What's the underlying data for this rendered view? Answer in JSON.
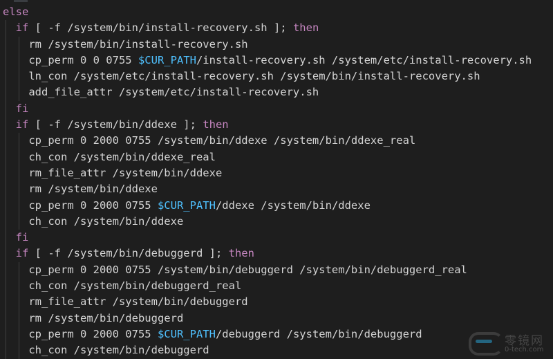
{
  "colors": {
    "background": "#1e1e1e",
    "text": "#d4d4d4",
    "keyword": "#c586c0",
    "variable": "#4fc1ff"
  },
  "lines": [
    {
      "indent": 0,
      "tokens": [
        {
          "t": "else",
          "c": "kw"
        }
      ]
    },
    {
      "indent": 1,
      "tokens": [
        {
          "t": "if",
          "c": "kw"
        },
        {
          "t": " [ -f /system/bin/install-recovery.sh ]; ",
          "c": "txt"
        },
        {
          "t": "then",
          "c": "kw"
        }
      ]
    },
    {
      "indent": 2,
      "tokens": [
        {
          "t": "rm /system/bin/install-recovery.sh",
          "c": "txt"
        }
      ]
    },
    {
      "indent": 2,
      "tokens": [
        {
          "t": "cp_perm 0 0 0755 ",
          "c": "txt"
        },
        {
          "t": "$CUR_PATH",
          "c": "var"
        },
        {
          "t": "/install-recovery.sh /system/etc/install-recovery.sh",
          "c": "txt"
        }
      ]
    },
    {
      "indent": 2,
      "tokens": [
        {
          "t": "ln_con /system/etc/install-recovery.sh /system/bin/install-recovery.sh",
          "c": "txt"
        }
      ]
    },
    {
      "indent": 2,
      "tokens": [
        {
          "t": "add_file_attr /system/etc/install-recovery.sh",
          "c": "txt"
        }
      ]
    },
    {
      "indent": 1,
      "tokens": [
        {
          "t": "fi",
          "c": "kw"
        }
      ]
    },
    {
      "indent": 1,
      "tokens": [
        {
          "t": "if",
          "c": "kw"
        },
        {
          "t": " [ -f /system/bin/ddexe ]; ",
          "c": "txt"
        },
        {
          "t": "then",
          "c": "kw"
        }
      ]
    },
    {
      "indent": 2,
      "tokens": [
        {
          "t": "cp_perm 0 2000 0755 /system/bin/ddexe /system/bin/ddexe_real",
          "c": "txt"
        }
      ]
    },
    {
      "indent": 2,
      "tokens": [
        {
          "t": "ch_con /system/bin/ddexe_real",
          "c": "txt"
        }
      ]
    },
    {
      "indent": 2,
      "tokens": [
        {
          "t": "rm_file_attr /system/bin/ddexe",
          "c": "txt"
        }
      ]
    },
    {
      "indent": 2,
      "tokens": [
        {
          "t": "rm /system/bin/ddexe",
          "c": "txt"
        }
      ]
    },
    {
      "indent": 2,
      "tokens": [
        {
          "t": "cp_perm 0 2000 0755 ",
          "c": "txt"
        },
        {
          "t": "$CUR_PATH",
          "c": "var"
        },
        {
          "t": "/ddexe /system/bin/ddexe",
          "c": "txt"
        }
      ]
    },
    {
      "indent": 2,
      "tokens": [
        {
          "t": "ch_con /system/bin/ddexe",
          "c": "txt"
        }
      ]
    },
    {
      "indent": 1,
      "tokens": [
        {
          "t": "fi",
          "c": "kw"
        }
      ]
    },
    {
      "indent": 1,
      "tokens": [
        {
          "t": "if",
          "c": "kw"
        },
        {
          "t": " [ -f /system/bin/debuggerd ]; ",
          "c": "txt"
        },
        {
          "t": "then",
          "c": "kw"
        }
      ]
    },
    {
      "indent": 2,
      "tokens": [
        {
          "t": "cp_perm 0 2000 0755 /system/bin/debuggerd /system/bin/debuggerd_real",
          "c": "txt"
        }
      ]
    },
    {
      "indent": 2,
      "tokens": [
        {
          "t": "ch_con /system/bin/debuggerd_real",
          "c": "txt"
        }
      ]
    },
    {
      "indent": 2,
      "tokens": [
        {
          "t": "rm_file_attr /system/bin/debuggerd",
          "c": "txt"
        }
      ]
    },
    {
      "indent": 2,
      "tokens": [
        {
          "t": "rm /system/bin/debuggerd",
          "c": "txt"
        }
      ]
    },
    {
      "indent": 2,
      "tokens": [
        {
          "t": "cp_perm 0 2000 0755 ",
          "c": "txt"
        },
        {
          "t": "$CUR_PATH",
          "c": "var"
        },
        {
          "t": "/debuggerd /system/bin/debuggerd",
          "c": "txt"
        }
      ]
    },
    {
      "indent": 2,
      "tokens": [
        {
          "t": "ch_con /system/bin/debuggerd",
          "c": "txt"
        }
      ]
    }
  ],
  "watermark": {
    "name": "零镜网",
    "url": "0-tech.com"
  }
}
